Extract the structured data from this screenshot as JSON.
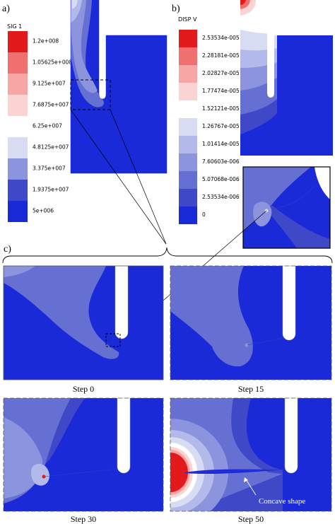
{
  "panel_labels": {
    "a": "a)",
    "b": "b)",
    "c": "c)"
  },
  "legend_a": {
    "title": "SIG 1",
    "labels": [
      "1.2e+008",
      "1.05625e+008",
      "9.125e+007",
      "7.6875e+007",
      "6.25e+007",
      "4.8125e+007",
      "3.375e+007",
      "1.9375e+007",
      "5e+006"
    ]
  },
  "legend_b": {
    "title": "DISP V",
    "labels": [
      "2.53534e-005",
      "2.28181e-005",
      "2.02827e-005",
      "1.77474e-005",
      "1.52121e-005",
      "1.26767e-005",
      "1.01414e-005",
      "7.60603e-006",
      "5.07068e-006",
      "2.53534e-006",
      "0"
    ]
  },
  "scale_colors": [
    "#e31a1c",
    "#f07070",
    "#f7a5a5",
    "#fbd3d3",
    "#ffffff",
    "#d8dcf3",
    "#b3b9ea",
    "#8c94de",
    "#6670d3",
    "#3f49c8",
    "#1a2ad8"
  ],
  "steps": [
    "Step 0",
    "Step 15",
    "Step 30",
    "Step 50"
  ],
  "annotation": "Concave shape"
}
